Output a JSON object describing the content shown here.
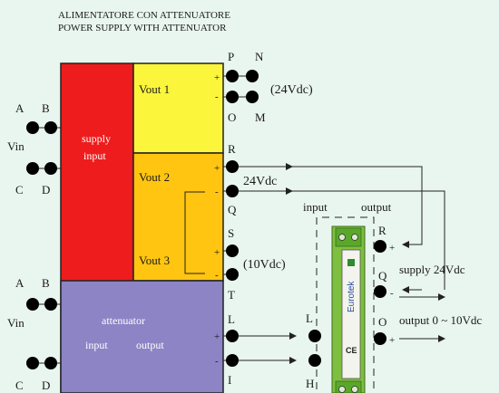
{
  "title": {
    "line1": "ALIMENTATORE CON ATTENUATORE",
    "line2": "POWER SUPPLY WITH ATTENUATOR"
  },
  "colors": {
    "background": "#e9f5ef",
    "supply_block": "#ee1c1c",
    "vout1": "#fbf53c",
    "vout2": "#ffc511",
    "attenuator": "#8c84c4",
    "module_body": "#7fbf3f"
  },
  "blocks": {
    "supply": "supply\ninput",
    "supply_l1": "supply",
    "supply_l2": "input",
    "vout1": "Vout 1",
    "vout2": "Vout 2",
    "vout3": "Vout 3",
    "attenuator": "attenuator",
    "att_input": "input",
    "att_output": "output"
  },
  "left": {
    "vin_top": "Vin",
    "vin_bottom": "Vin",
    "a1": "A",
    "b1": "B",
    "c1": "C",
    "d1": "D",
    "a2": "A",
    "b2": "B",
    "c2": "C",
    "d2": "D"
  },
  "right": {
    "p": "P",
    "n": "N",
    "o": "O",
    "m": "M",
    "v24_top": "(24Vdc)",
    "r": "R",
    "q": "Q",
    "v24_mid": "24Vdc",
    "s": "S",
    "t": "T",
    "v10": "(10Vdc)",
    "l": "L",
    "i": "I",
    "plus": "+",
    "minus": "-"
  },
  "module": {
    "input_label": "input",
    "output_label": "output",
    "brand": "Eurotek",
    "ce": "CE",
    "l": "L",
    "h": "H",
    "r": "R",
    "q": "Q",
    "o": "O",
    "plus": "+",
    "minus": "-"
  },
  "annotations": {
    "supply_24": "supply 24Vdc",
    "output_0_10": "output 0 ~ 10Vdc"
  }
}
